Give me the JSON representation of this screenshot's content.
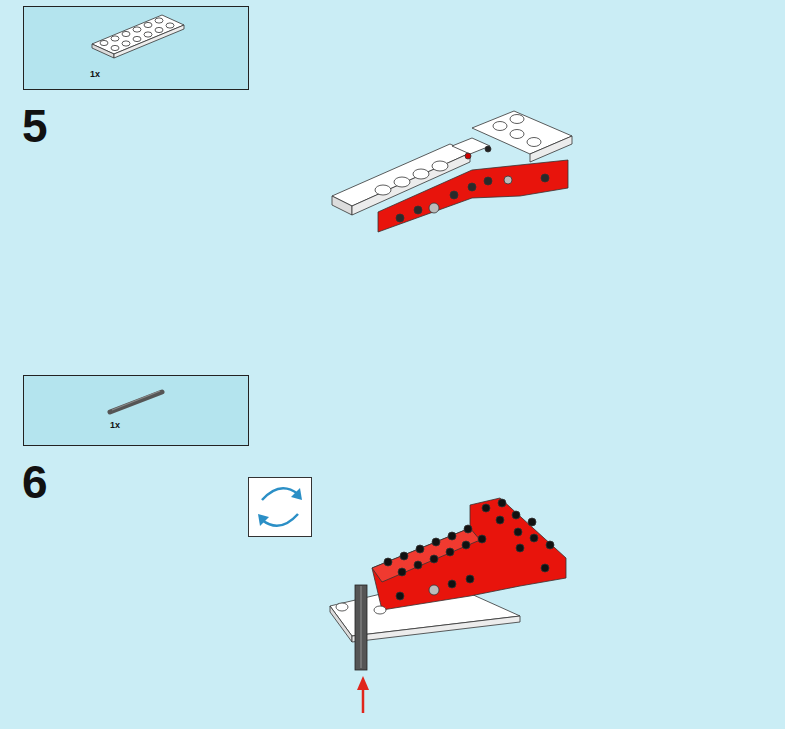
{
  "diagram": {
    "nodes": [
      {
        "text": [
          "1x"
        ]
      },
      {
        "text": [
          "1x"
        ]
      }
    ],
    "labels": [
      "5",
      "6"
    ]
  }
}
